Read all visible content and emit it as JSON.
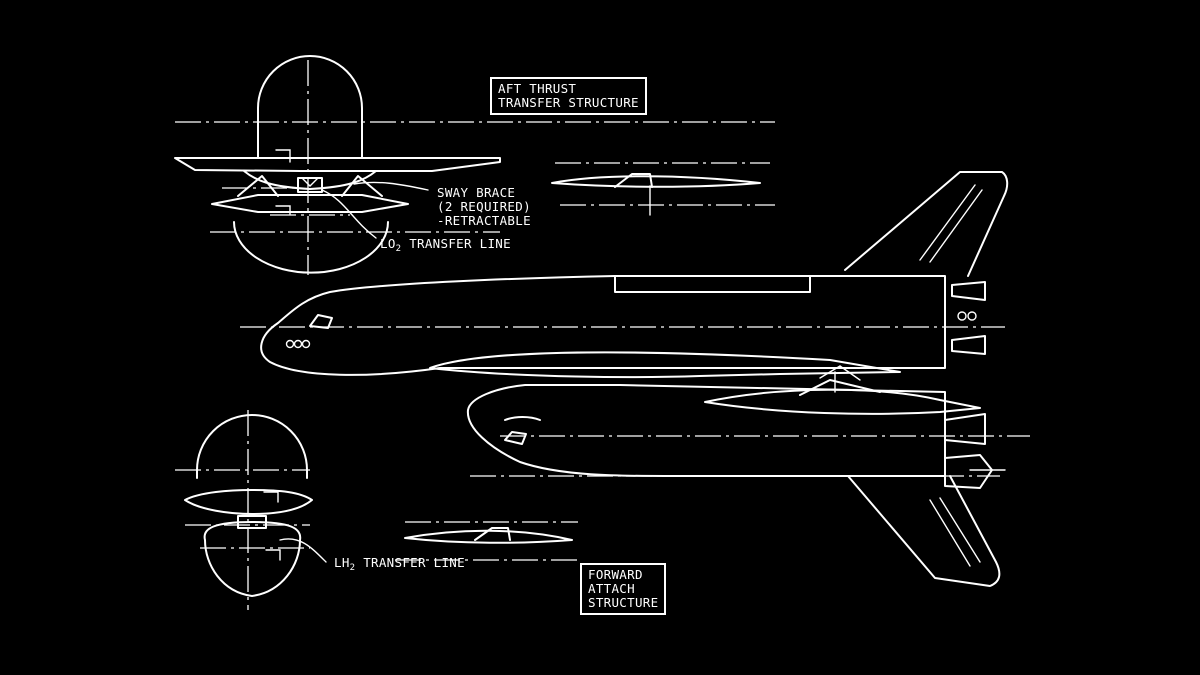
{
  "colors": {
    "background": "#000000",
    "ink": "#ffffff"
  },
  "labels": {
    "aft_thrust_transfer_structure": [
      "AFT THRUST",
      "TRANSFER STRUCTURE"
    ],
    "sway_brace": [
      "SWAY BRACE",
      "(2 REQUIRED)",
      "-RETRACTABLE"
    ],
    "lo2_transfer_line": {
      "prefix": "LO",
      "subscript": "2",
      "suffix": " TRANSFER LINE"
    },
    "lh2_transfer_line": {
      "prefix": "LH",
      "subscript": "2",
      "suffix": " TRANSFER LINE"
    },
    "forward_attach_structure": [
      "FORWARD",
      "ATTACH",
      "STRUCTURE"
    ]
  }
}
